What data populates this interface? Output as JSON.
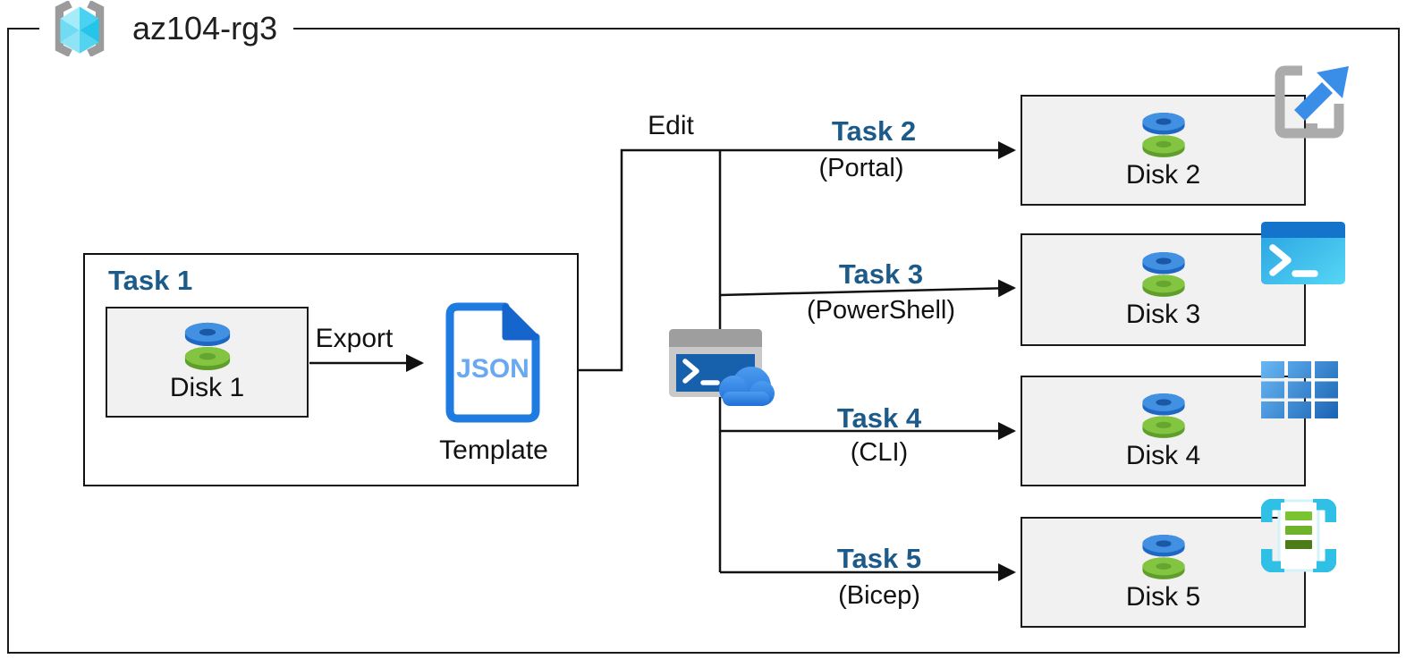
{
  "resource_group": {
    "name": "az104-rg3"
  },
  "labels": {
    "edit": "Edit"
  },
  "task1": {
    "title": "Task 1",
    "disk": "Disk 1",
    "export": "Export",
    "json": "JSON",
    "template": "Template"
  },
  "branches": [
    {
      "title": "Task 2",
      "method": "(Portal)",
      "disk": "Disk 2",
      "icon": "azure-portal-icon"
    },
    {
      "title": "Task 3",
      "method": "(PowerShell)",
      "disk": "Disk 3",
      "icon": "powershell-icon"
    },
    {
      "title": "Task 4",
      "method": "(CLI)",
      "disk": "Disk 4",
      "icon": "azure-cli-icon"
    },
    {
      "title": "Task 5",
      "method": "(Bicep)",
      "disk": "Disk 5",
      "icon": "bicep-template-icon"
    }
  ],
  "center_icon": "cloud-shell-icon",
  "colors": {
    "task_title_blue": "#1b5a89",
    "box_fill_gray": "#f1f1f1",
    "line_black": "#111111",
    "json_doc_blue": "#1e7ce0",
    "json_text_blue": "#6aa9f0",
    "portal_arrow_blue": "#3b8ee8",
    "disk_top_blue": "#4190e2",
    "disk_bottom_green": "#83c441",
    "rg_cube_cyan": "#38cdf0"
  }
}
